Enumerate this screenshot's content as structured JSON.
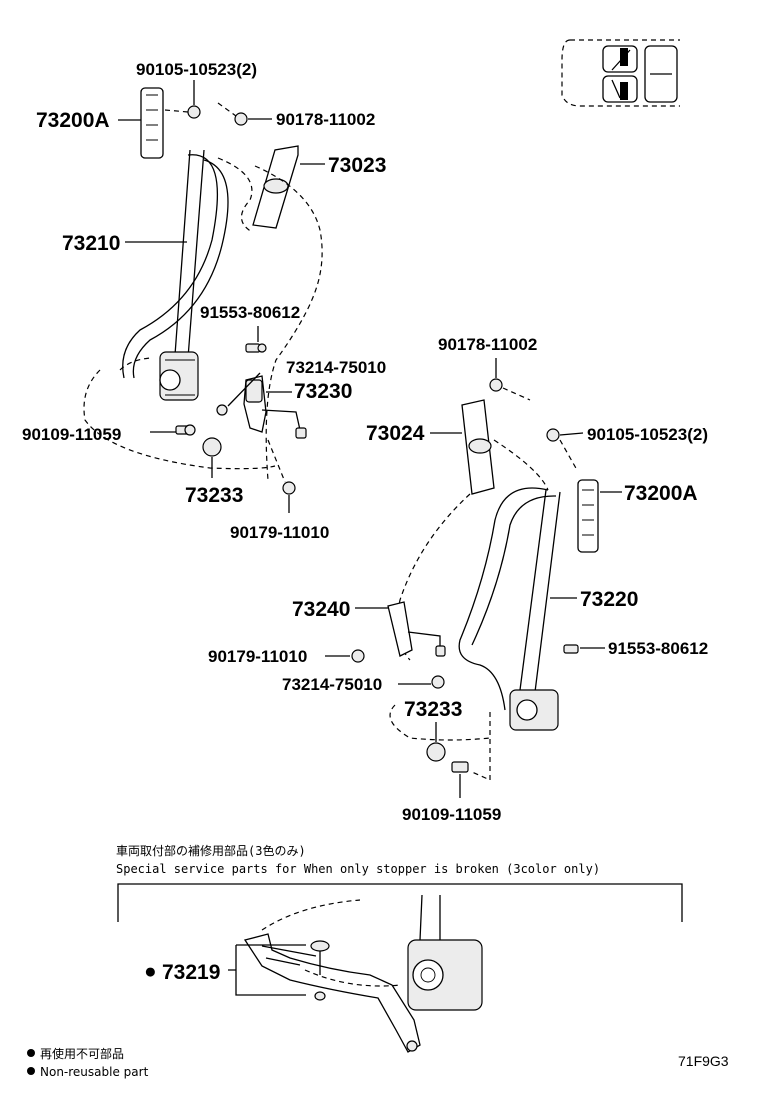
{
  "callouts": {
    "top_bolt_left": "90105-10523(2)",
    "anchor_left": "73200A",
    "nut_left": "90178-11002",
    "cover_left": "73023",
    "belt_left": "73210",
    "bolt_left_mid": "91553-80612",
    "bolt_buckle_left": "73214-75010",
    "buckle_left": "73230",
    "bolt_lower_left": "90109-11059",
    "stopper_left": "73233",
    "nut_lower_left": "90179-11010",
    "nut_right": "90178-11002",
    "cover_right": "73024",
    "top_bolt_right": "90105-10523(2)",
    "anchor_right": "73200A",
    "buckle_right": "73240",
    "belt_right": "73220",
    "nut_mid_right": "90179-11010",
    "bolt_mid_right": "91553-80612",
    "bolt_buckle_right": "73214-75010",
    "stopper_right": "73233",
    "bolt_lower_right": "90109-11059",
    "service_part": "73219"
  },
  "service_note": {
    "jp": "車両取付部の補修用部品(3色のみ)",
    "en": "Special service parts for When only stopper is broken (3color only)"
  },
  "legend": {
    "jp": "再使用不可部品",
    "en": "Non-reusable part"
  },
  "diagram_code": "71F9G3",
  "service_marker": "●"
}
